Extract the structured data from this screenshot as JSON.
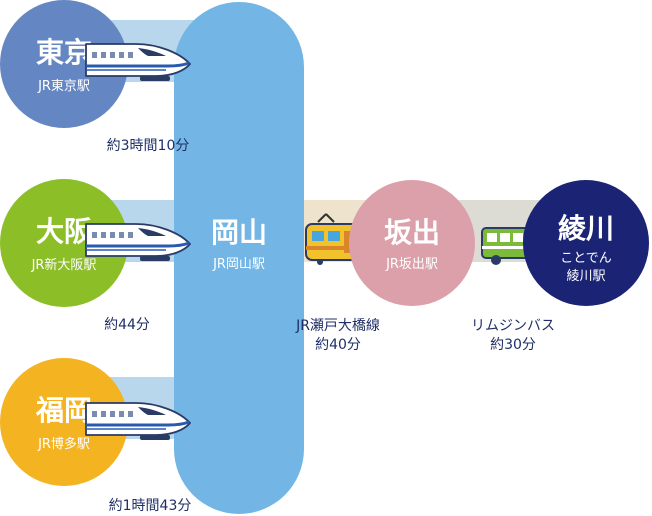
{
  "hub": {
    "name": "岡山",
    "station": "JR岡山駅"
  },
  "origins": [
    {
      "name": "東京",
      "station": "JR東京駅",
      "duration": "約3時間10分",
      "color": "#6487c3"
    },
    {
      "name": "大阪",
      "station": "JR新大阪駅",
      "duration": "約44分",
      "color": "#8cbe27"
    },
    {
      "name": "福岡",
      "station": "JR博多駅",
      "duration": "約1時間43分",
      "color": "#f4b321"
    }
  ],
  "sakaide": {
    "name": "坂出",
    "station": "JR坂出駅",
    "color": "#dba0a9"
  },
  "ayagawa": {
    "name": "綾川",
    "station_line1": "ことでん",
    "station_line2": "綾川駅",
    "color": "#1a2374"
  },
  "links": {
    "okayama_sakaide": {
      "line": "JR瀬戸大橋線",
      "duration": "約40分"
    },
    "sakaide_ayagawa": {
      "line": "リムジンバス",
      "duration": "約30分"
    }
  },
  "colors": {
    "pill": "#73b6e6",
    "connector_blue": "#b8d6ec",
    "connector_tan": "#eee3cc",
    "connector_gray": "#dcdbd4",
    "label_text": "#1f2f66"
  },
  "icons": [
    "shinkansen-icon",
    "tram-icon",
    "bus-icon"
  ]
}
